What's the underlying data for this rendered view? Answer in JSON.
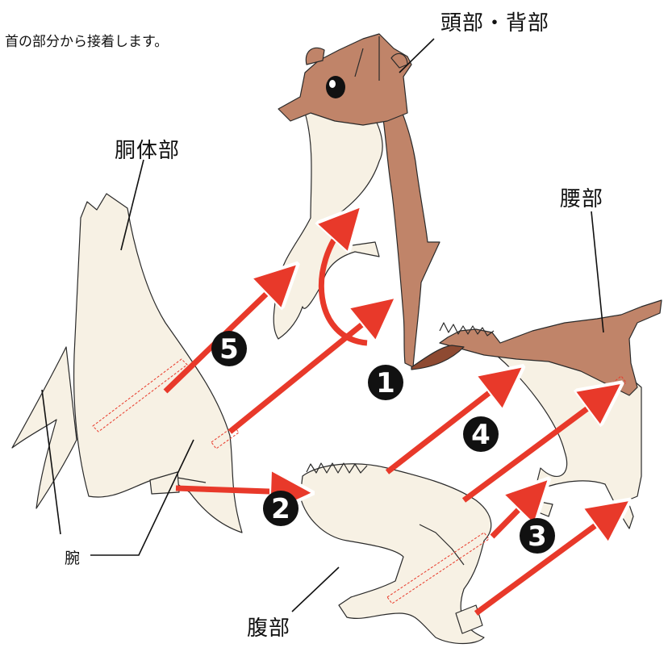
{
  "instruction": "首の部分から接着します。",
  "labels": {
    "head_back": "頭部・背部",
    "torso": "胴体部",
    "waist": "腰部",
    "arm": "腕",
    "belly": "腹部"
  },
  "steps": [
    "1",
    "2",
    "3",
    "4",
    "5"
  ],
  "colors": {
    "cream": "#f7f1e4",
    "brown": "#c08469",
    "dark_brown": "#8e4a32",
    "arrow_red": "#e8392a",
    "outline": "#2a2a2a"
  }
}
